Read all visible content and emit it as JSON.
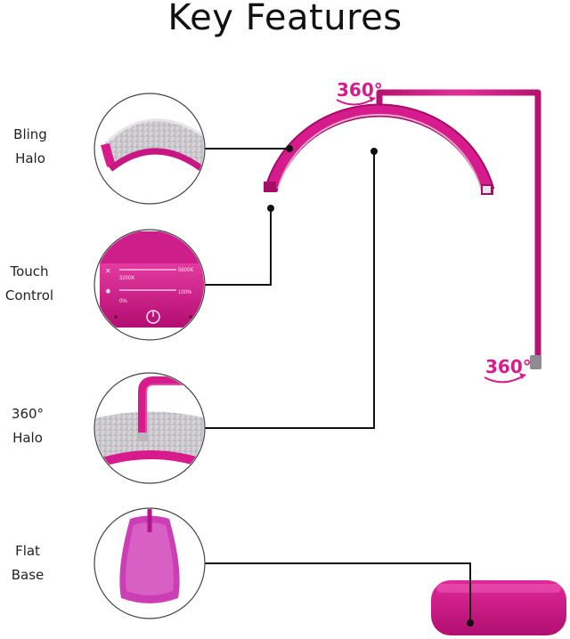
{
  "title": "Key Features",
  "features": [
    {
      "line1": "Bling",
      "line2": "Halo",
      "icon": "bling-halo-closeup"
    },
    {
      "line1": "Touch",
      "line2": "Control",
      "icon": "touch-control-panel"
    },
    {
      "line1": "360°",
      "line2": "Halo",
      "icon": "halo-joint-closeup"
    },
    {
      "line1": "Flat",
      "line2": "Base",
      "icon": "flat-base-closeup"
    }
  ],
  "badges": {
    "top": "360°",
    "middle": "360°"
  },
  "panel": {
    "temp_low": "3200K",
    "temp_high": "5600K",
    "bright_low": "0%",
    "bright_high": "100%"
  },
  "colors": {
    "magenta": "#d81b8c",
    "magenta_dark": "#a8106b",
    "callout_line": "#111111",
    "glitter": "#c9c7cc"
  }
}
